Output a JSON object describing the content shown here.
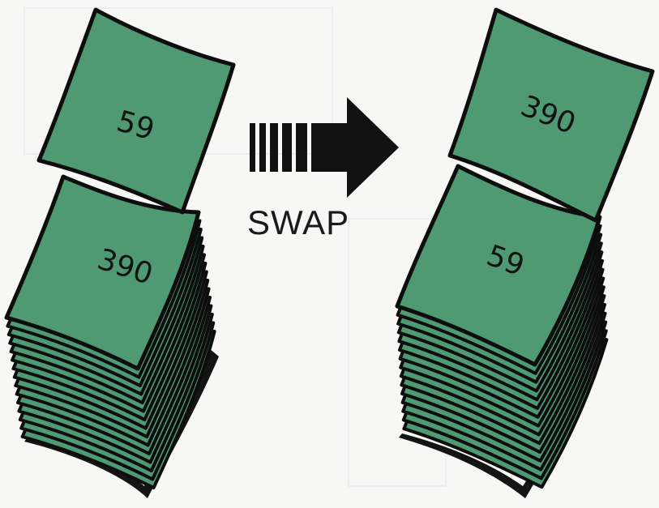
{
  "colors": {
    "background": "#f7f7f6",
    "card_fill": "#4f9a72",
    "card_stroke": "#0d0d0d",
    "shadow": "#141414",
    "arrow": "#111111"
  },
  "before": {
    "top_card_label": "59",
    "stack_top_label": "390"
  },
  "operation": {
    "label": "SWAP",
    "icon": "arrow-right-icon"
  },
  "after": {
    "top_card_label": "390",
    "stack_top_label": "59"
  }
}
